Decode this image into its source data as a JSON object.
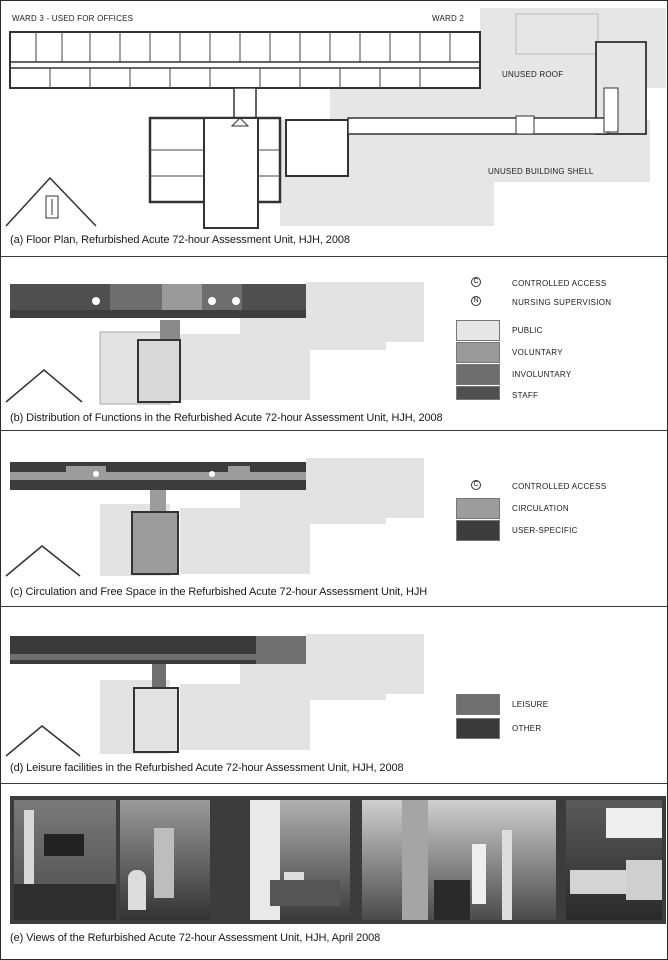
{
  "panel_a": {
    "caption": "(a) Floor Plan, Refurbished Acute 72-hour Assessment Unit, HJH, 2008",
    "labels": {
      "ward3": "WARD 3 - USED FOR OFFICES",
      "ward2": "WARD 2",
      "unused_roof": "UNUSED ROOF",
      "unused_shell": "UNUSED BUILDING SHELL"
    }
  },
  "panel_b": {
    "caption": "(b) Distribution of Functions in the Refurbished Acute 72-hour Assessment Unit, HJH, 2008",
    "symbols": [
      {
        "name": "controlled-access",
        "glyph": "C",
        "label": "CONTROLLED ACCESS"
      },
      {
        "name": "nursing-supervision",
        "glyph": "N",
        "label": "NURSING SUPERVISION"
      }
    ],
    "legend": [
      {
        "label": "PUBLIC",
        "color": "#e6e6e6"
      },
      {
        "label": "VOLUNTARY",
        "color": "#9a9a9a"
      },
      {
        "label": "INVOLUNTARY",
        "color": "#6e6e6e"
      },
      {
        "label": "STAFF",
        "color": "#4f4f4f"
      }
    ]
  },
  "panel_c": {
    "caption": "(c) Circulation and Free Space in the Refurbished Acute 72-hour Assessment Unit, HJH",
    "symbols": [
      {
        "name": "controlled-access",
        "glyph": "C",
        "label": "CONTROLLED ACCESS"
      }
    ],
    "legend": [
      {
        "label": "CIRCULATION",
        "color": "#9c9c9c"
      },
      {
        "label": "USER-SPECIFIC",
        "color": "#3c3c3c"
      }
    ]
  },
  "panel_d": {
    "caption": "(d) Leisure facilities in the Refurbished Acute 72-hour Assessment Unit, HJH, 2008",
    "legend": [
      {
        "label": "LEISURE",
        "color": "#6f6f6f"
      },
      {
        "label": "OTHER",
        "color": "#3a3a3a"
      }
    ]
  },
  "panel_e": {
    "caption": "(e) Views of the Refurbished Acute 72-hour Assessment Unit, HJH, April 2008"
  },
  "colors": {
    "plan_light": "#e3e3e3",
    "plan_line": "#4a4a4a",
    "dark": "#3a3a3a"
  }
}
